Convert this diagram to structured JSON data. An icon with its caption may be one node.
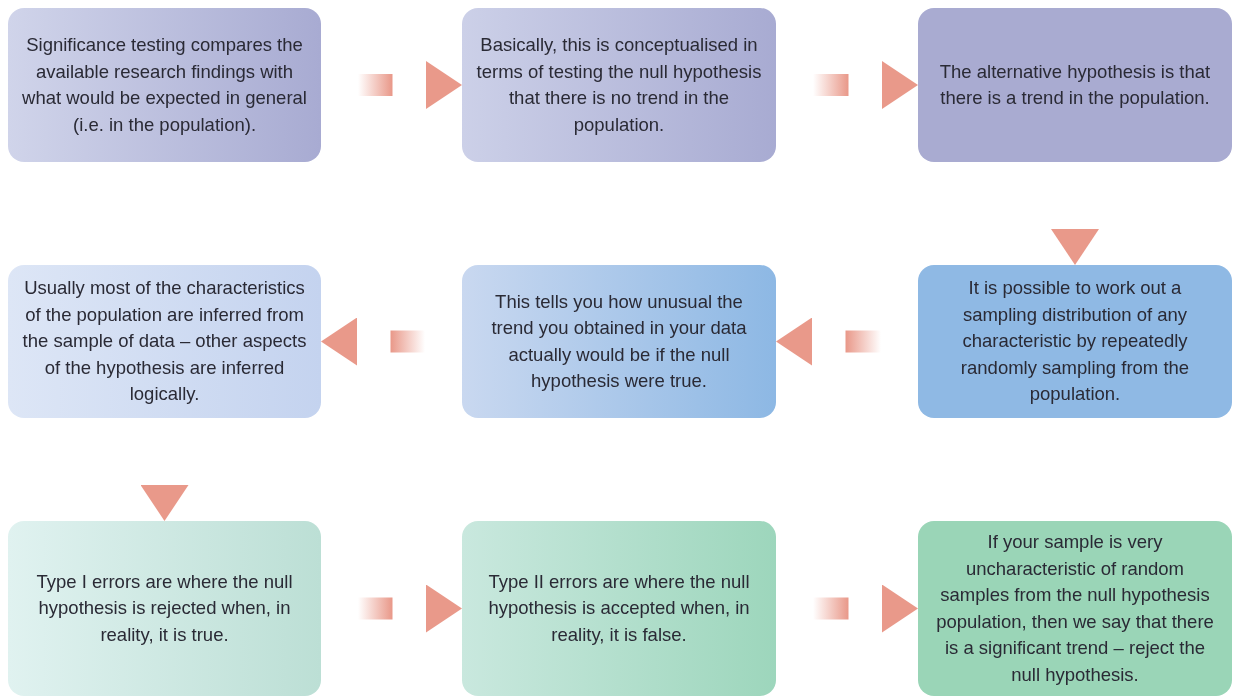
{
  "diagram": {
    "nodes": [
      {
        "text": [
          "Significance testing compares the available research findings with what would be expected in general (i.e. in the population)."
        ]
      },
      {
        "text": [
          "Basically, this is conceptualised in terms of testing the null hypothesis that there is no trend in the population."
        ]
      },
      {
        "text": [
          "The alternative hypothesis is that there is a trend in the population."
        ]
      },
      {
        "text": [
          "It is possible to work out a sampling distribution of any characteristic by repeatedly randomly sampling from the population."
        ]
      },
      {
        "text": [
          "This tells you how unusual the trend you obtained in your data actually would be if the null hypothesis were true."
        ]
      },
      {
        "text": [
          "Usually most of the characteristics of the population are inferred from the sample of data – other aspects of the hypothesis are inferred logically."
        ]
      },
      {
        "text": [
          "Type I errors are where the null hypothesis is rejected when, in reality, it is true."
        ]
      },
      {
        "text": [
          "Type II errors are where the null hypothesis is accepted when, in reality, it is false."
        ]
      },
      {
        "text": [
          "If your sample is very uncharacteristic of random samples from the null  hypothesis population, then we say that there is a significant trend – reject the null hypothesis."
        ]
      }
    ],
    "edges": [
      {
        "from": 0,
        "to": 1,
        "arrow": "to"
      },
      {
        "from": 1,
        "to": 2,
        "arrow": "to"
      },
      {
        "from": 2,
        "to": 3,
        "arrow": "to"
      },
      {
        "from": 3,
        "to": 4,
        "arrow": "to"
      },
      {
        "from": 4,
        "to": 5,
        "arrow": "to"
      },
      {
        "from": 5,
        "to": 6,
        "arrow": "to"
      },
      {
        "from": 6,
        "to": 7,
        "arrow": "to"
      },
      {
        "from": 7,
        "to": 8,
        "arrow": "to"
      }
    ]
  }
}
